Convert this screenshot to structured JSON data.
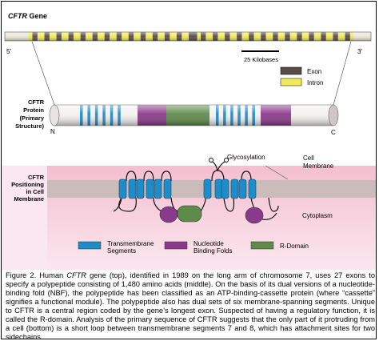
{
  "figure": {
    "gene": {
      "label": "CFTR",
      "label_suffix": " Gene",
      "left_end": "5′",
      "right_end": "3′",
      "scale_label": "25 Kilobases",
      "exon_count": 27,
      "legend": [
        {
          "label": "Exon",
          "color": "#5a4b4b"
        },
        {
          "label": "Intron",
          "color": "#f2ea58"
        }
      ]
    },
    "protein": {
      "label_lines": [
        "CFTR",
        "Protein",
        "(Primary",
        "Structure)"
      ],
      "n_terminus": "N",
      "c_terminus": "C"
    },
    "membrane": {
      "label_lines": [
        "CFTR",
        "Positioning",
        "in Cell",
        "Membrane"
      ],
      "glycosylation": "Glycosylation",
      "cell_membrane_lines": [
        "Cell",
        "Membrane"
      ],
      "cytoplasm": "Cytoplasm"
    },
    "legend": [
      {
        "lines": [
          "Transmembrane",
          "Segments"
        ],
        "color": "#1e8cc8"
      },
      {
        "lines": [
          "Nucleotide",
          "Binding Folds"
        ],
        "color": "#8a3a8a"
      },
      {
        "lines": [
          "R-Domain"
        ],
        "color": "#5e8a4a"
      }
    ],
    "colors": {
      "transmembrane": "#1e8cc8",
      "nbf": "#8a3a8a",
      "r_domain": "#5e8a4a",
      "membrane": "#cbbcbc",
      "cytoplasm": "#f7c9d6",
      "background": "#fbe7ef"
    }
  },
  "caption": {
    "prefix": "Figure 2. Human ",
    "gene_italic": "CFTR",
    "body": " gene (top), identified in 1989 on the long arm of chromosome 7, uses 27 exons to specify a polypeptide consisting of 1,480 amino acids (middle). On the basis of its dual versions of a nucleotide-binding fold (NBF), the polypeptide has been classified as an ATP-binding-cassette protein (where “cassette” signifies a functional module). The polypeptide also has dual sets of six membrane-spanning segments. Unique to CFTR is a central region coded by the gene’s longest exon. Suspected of having a regulatory function, it is called the R-domain. Analysis of the primary sequence of CFTR suggests that the only part of it protruding from a cell (bottom) is a short loop between transmembrane segments 7 and 8, which has attachment sites for two sidechains."
  }
}
